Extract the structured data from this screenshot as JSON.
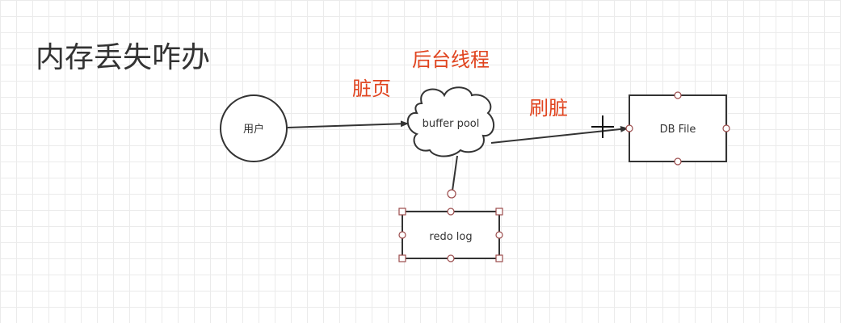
{
  "diagram": {
    "title": "内存丢失咋办",
    "annotations": {
      "background_thread": "后台线程",
      "dirty_page": "脏页",
      "flush_dirty": "刷脏"
    },
    "nodes": {
      "user": "用户",
      "buffer_pool": "buffer pool",
      "db_file": "DB File",
      "redo_log": "redo log"
    }
  },
  "colors": {
    "annotation": "#e0441f",
    "stroke": "#333333",
    "handle": "#9b4b4b",
    "text": "#333333"
  }
}
